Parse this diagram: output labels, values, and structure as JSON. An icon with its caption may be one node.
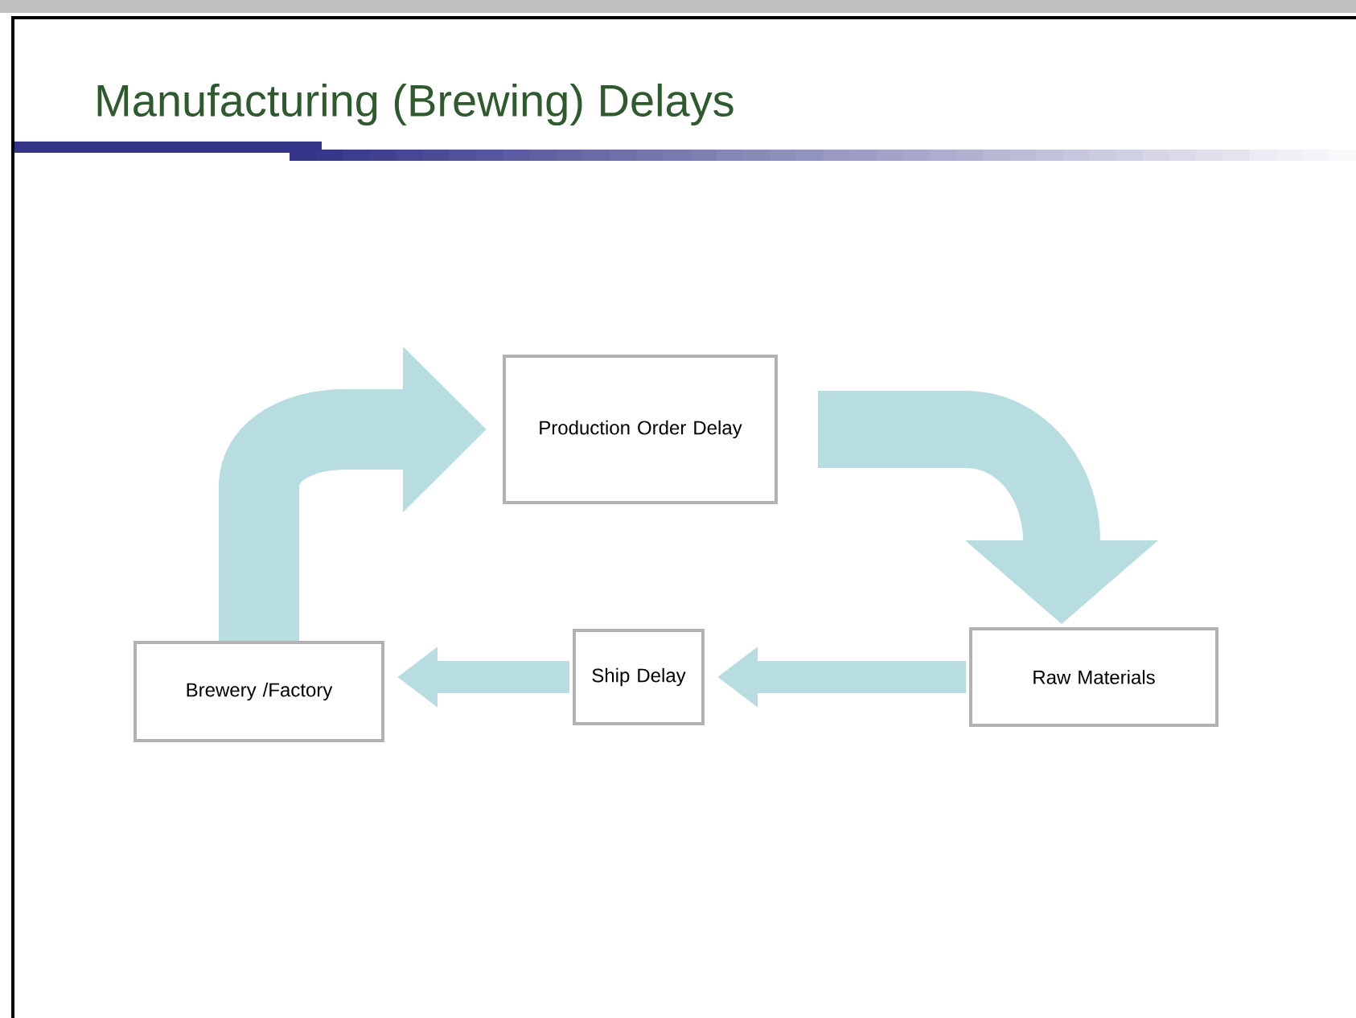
{
  "diagram": {
    "title": "Manufacturing (Brewing) Delays",
    "nodes": [
      {
        "text": [
          "Production Order Delay"
        ]
      },
      {
        "text": [
          "Raw Materials"
        ]
      },
      {
        "text": [
          "Ship Delay"
        ]
      },
      {
        "text": [
          "Brewery /Factory"
        ]
      }
    ],
    "edges": [
      {
        "from": 3,
        "to": 0,
        "arrow": "to",
        "style": "thick"
      },
      {
        "from": 0,
        "to": 1,
        "arrow": "to",
        "style": "thick"
      },
      {
        "from": 1,
        "to": 2,
        "arrow": "to"
      },
      {
        "from": 2,
        "to": 3,
        "arrow": "to"
      }
    ]
  }
}
